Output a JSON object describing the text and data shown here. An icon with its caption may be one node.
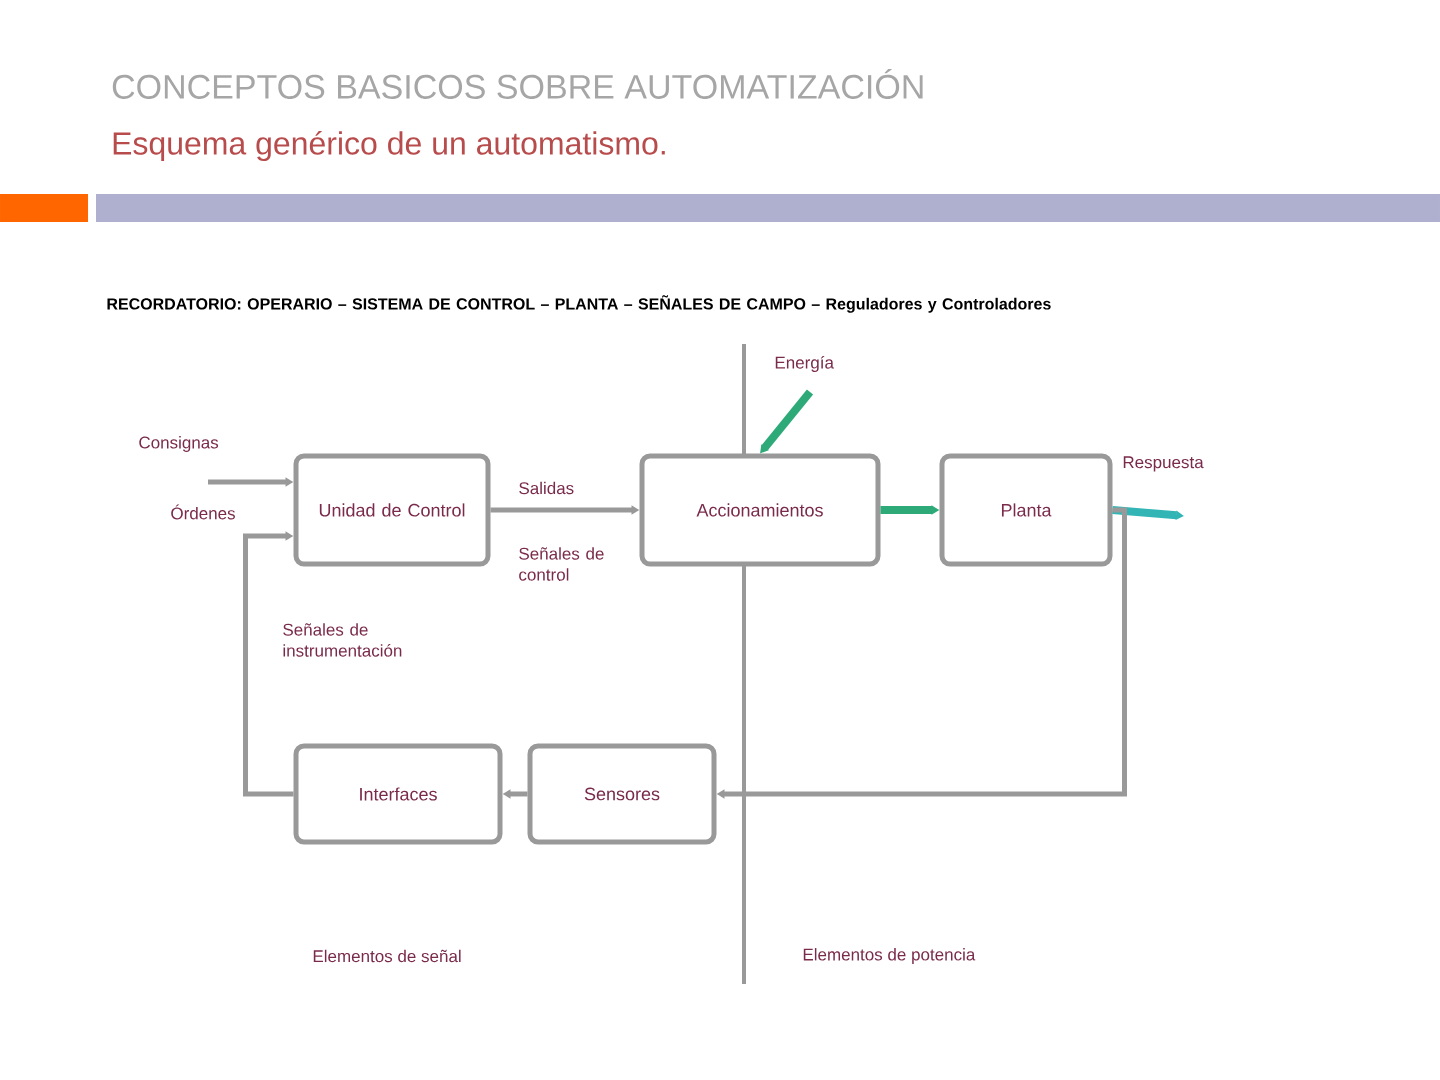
{
  "diagram": {
    "title": "CONCEPTOS BASICOS SOBRE AUTOMATIZACIÓN",
    "caption": "Esquema genérico de un automatismo.",
    "nodes": [
      {
        "text": [
          "Unidad de Control"
        ]
      },
      {
        "text": [
          "Accionamientos"
        ]
      },
      {
        "text": [
          "Planta"
        ]
      },
      {
        "text": [
          "Interfaces"
        ]
      },
      {
        "text": [
          "Sensores"
        ]
      }
    ],
    "edges": [
      {
        "from": null,
        "to": 0,
        "arrow": "to"
      },
      {
        "from": 0,
        "to": 1,
        "arrow": "to"
      },
      {
        "from": 1,
        "to": 2,
        "arrow": "to",
        "color": "#2eaa78"
      },
      {
        "from": null,
        "to": 1,
        "arrow": "to",
        "color": "#2eaa78"
      },
      {
        "from": 2,
        "to": null,
        "arrow": "to",
        "color": "#33b5b5",
        "label": "Respuesta"
      },
      {
        "from": 2,
        "to": 4,
        "arrow": "to"
      },
      {
        "from": 4,
        "to": 3,
        "arrow": "to"
      },
      {
        "from": 3,
        "to": 0,
        "arrow": "to"
      }
    ],
    "labels": [
      "RECORDATORIO: OPERARIO – SISTEMA DE CONTROL – PLANTA – SEÑALES DE CAMPO – Reguladores y Controladores",
      "Consignas",
      "Órdenes",
      "Salidas",
      "Señales de control",
      "Señales de instrumentación",
      "Energía",
      "Elementos de señal",
      "Elementos de potencia"
    ]
  }
}
